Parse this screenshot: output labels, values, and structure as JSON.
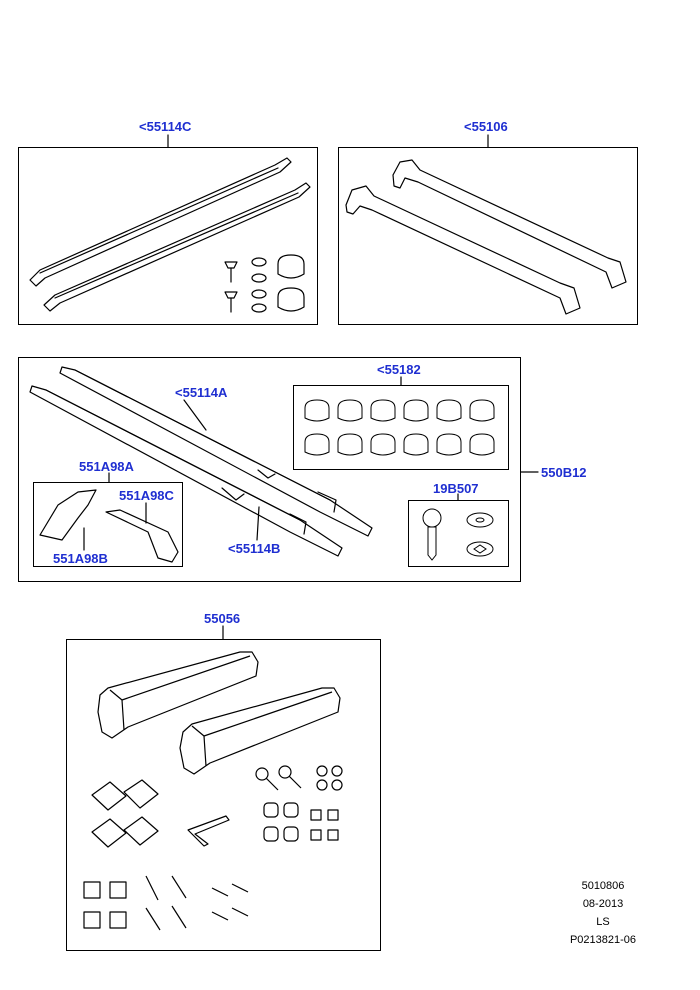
{
  "callouts": {
    "c1": "<55114C",
    "c2": "<55106",
    "c3": "<55182",
    "c4": "<55114A",
    "c5": "551A98A",
    "c6": "551A98C",
    "c7": "551A98B",
    "c8": "<55114B",
    "c9": "19B507",
    "c10": "550B12",
    "c11": "55056"
  },
  "reference": {
    "line1": "5010806",
    "line2": "08-2013",
    "line3": "LS",
    "line4": "P0213821-06"
  },
  "colors": {
    "callout": "#1f2fd1",
    "line": "#000000"
  }
}
